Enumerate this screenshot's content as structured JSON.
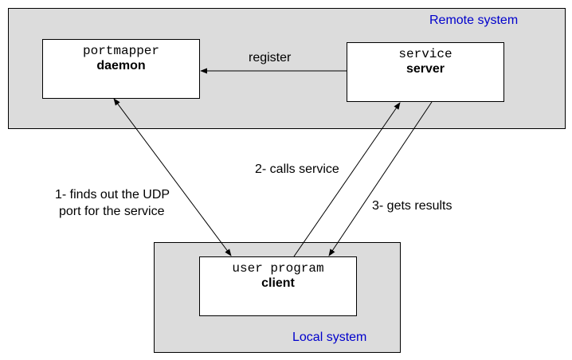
{
  "remote_system": {
    "label": "Remote system",
    "label_color": "#0000cc",
    "portmapper": {
      "line1": "portmapper",
      "line2": "daemon"
    },
    "service": {
      "line1": "service",
      "line2": "server"
    }
  },
  "local_system": {
    "label": "Local system",
    "label_color": "#0000cc",
    "user_program": {
      "line1": "user program",
      "line2": "client"
    }
  },
  "edges": {
    "register": "register",
    "calls_service": "2- calls service",
    "finds_out": {
      "line1": "1- finds out the UDP",
      "line2": "port for the service"
    },
    "gets_results": "3- gets results"
  },
  "colors": {
    "system_fill": "#dcdcdc",
    "box_fill": "#ffffff",
    "stroke": "#000000"
  }
}
